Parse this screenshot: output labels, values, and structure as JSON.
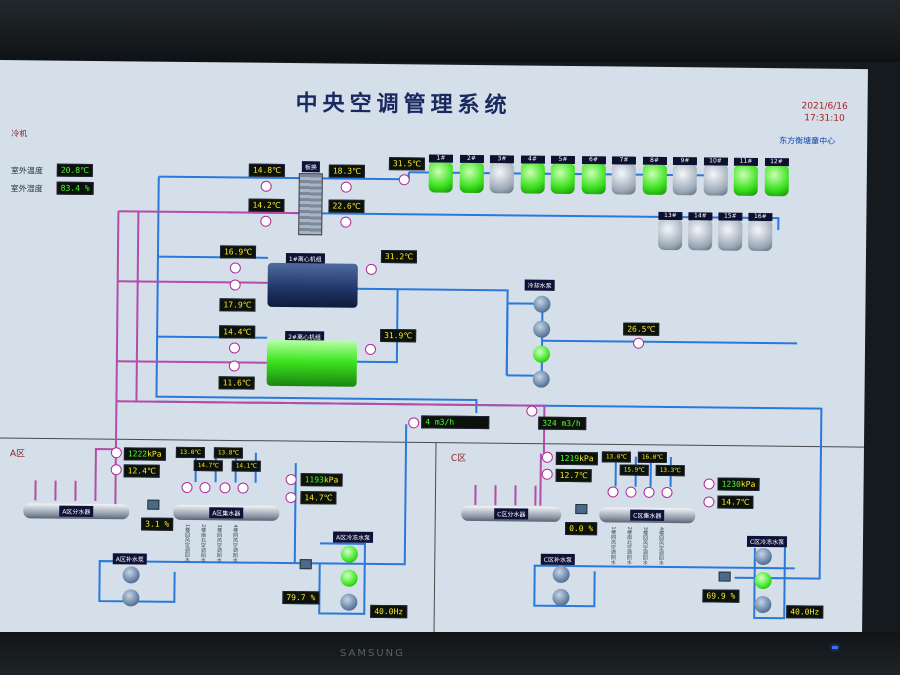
{
  "app": {
    "title": "中央空调管理系统",
    "date": "2021/6/16",
    "time": "17:31:10",
    "org": "东方衡塘童中心"
  },
  "section_labels": {
    "overview": "冷机",
    "zone_a": "A区",
    "zone_c": "C区"
  },
  "outdoor": {
    "temp_label": "室外温度",
    "temp_value": "20.8℃",
    "humidity_label": "室外湿度",
    "humidity_value": "83.4 %"
  },
  "top_readings": {
    "t1": "14.8℃",
    "t2": "18.3℃",
    "t3": "14.2℃",
    "t4": "22.6℃",
    "t5": "31.5℃"
  },
  "plate_exchanger": "板换",
  "chiller1": {
    "label": "1#离心机组",
    "in": "16.9℃",
    "out": "31.2℃",
    "return": "17.9℃",
    "running": false
  },
  "chiller2": {
    "label": "2#离心机组",
    "in": "14.4℃",
    "out": "31.9℃",
    "return": "11.6℃",
    "running": true
  },
  "towers": [
    {
      "label": "1#",
      "on": true
    },
    {
      "label": "2#",
      "on": true
    },
    {
      "label": "3#",
      "on": false
    },
    {
      "label": "4#",
      "on": true
    },
    {
      "label": "5#",
      "on": true
    },
    {
      "label": "6#",
      "on": true
    },
    {
      "label": "7#",
      "on": false
    },
    {
      "label": "8#",
      "on": true
    },
    {
      "label": "9#",
      "on": false
    },
    {
      "label": "10#",
      "on": false
    },
    {
      "label": "11#",
      "on": true
    },
    {
      "label": "12#",
      "on": true
    },
    {
      "label": "13#",
      "on": false
    },
    {
      "label": "14#",
      "on": false
    },
    {
      "label": "15#",
      "on": false
    },
    {
      "label": "16#",
      "on": false
    }
  ],
  "cooling_pumps": {
    "label": "冷却水泵",
    "temp": "26.5℃",
    "states": [
      false,
      false,
      true,
      false
    ]
  },
  "flows": {
    "a": "4 m3/h",
    "b": "324 m3/h"
  },
  "zone_a": {
    "supply_pressure": "1222",
    "supply_temp": "12.4℃",
    "return_pressure": "1193",
    "return_temp": "14.7℃",
    "valve_open": "3.1 %",
    "pump_freq_pct": "79.7 %",
    "pump_hz": "40.0",
    "branch_temps": [
      "13.0℃",
      "14.7℃",
      "13.8℃",
      "14.1℃"
    ],
    "supply_header": "A区分水器",
    "return_header": "A区集水器",
    "circ_pump_label": "A区冷冻水泵",
    "makeup_pump_label": "A区补水泵",
    "branch_names": [
      "1楼回风空调回水",
      "2楼南北空调回水",
      "3楼回风空调回水",
      "4楼回风空调回水"
    ],
    "pump_states": [
      true,
      true,
      false
    ]
  },
  "zone_c": {
    "supply_pressure": "1219",
    "supply_temp": "12.7℃",
    "return_pressure": "1230",
    "return_temp": "14.7℃",
    "valve_open": "0.0 %",
    "pump_freq_pct": "69.9 %",
    "pump_hz": "40.0",
    "branch_temps": [
      "13.0℃",
      "15.9℃",
      "16.0℃",
      "13.3℃"
    ],
    "supply_header": "C区分水器",
    "return_header": "C区集水器",
    "circ_pump_label": "C区冷冻水泵",
    "makeup_pump_label": "C区补水泵",
    "branch_names": [
      "1楼回风空调回水",
      "2楼南北空调回水",
      "3楼回风空调回水",
      "4楼回风空调回水"
    ],
    "pump_states": [
      false,
      true,
      false
    ]
  },
  "units": {
    "pressure": "kPa",
    "hz": "Hz"
  },
  "colors": {
    "supply": "#2a78d8",
    "return": "#b54ca8",
    "running": "#3de620",
    "panel": "#d4dfe9"
  },
  "monitor_brand": "SAMSUNG"
}
